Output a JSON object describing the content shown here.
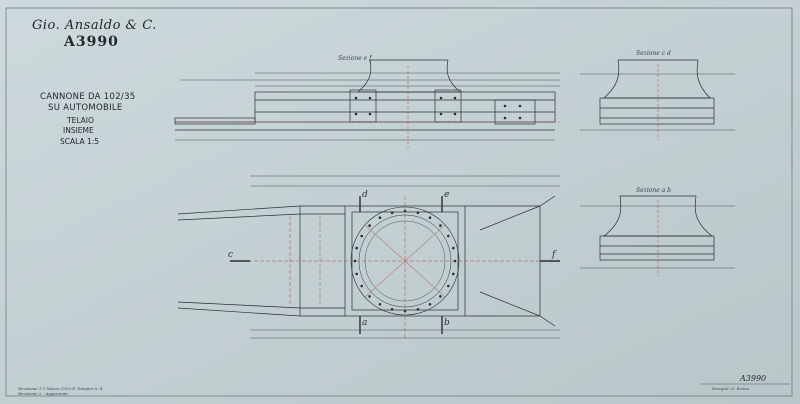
{
  "title_block": {
    "company": "Gio. Ansaldo & C.",
    "drawing_number": "A3990",
    "title_line1": "CANNONE DA 102/35",
    "title_line2": "SU AUTOMOBILE",
    "subtitle_line1": "TELAIO",
    "subtitle_line2": "INSIEME",
    "scale": "SCALA 1:5"
  },
  "section_labels": {
    "ef": "Sezione e f",
    "cd": "Sezione c d",
    "ab": "Sezione a b"
  },
  "plan_markers": {
    "a": "a",
    "b": "b",
    "c": "c",
    "d": "d",
    "e": "e",
    "f": "f"
  },
  "stamp": "A3990",
  "notes": [
    "Revisione 1-1 Marzo 1925-F. Tampier n. 4",
    "Revisione 2 - Aggiornato"
  ],
  "signature": "Disegnò: G. Bruno",
  "colors": {
    "paper": "#c7d5d8",
    "ink": "#2a2f36",
    "red_ink": "#b4463f"
  }
}
